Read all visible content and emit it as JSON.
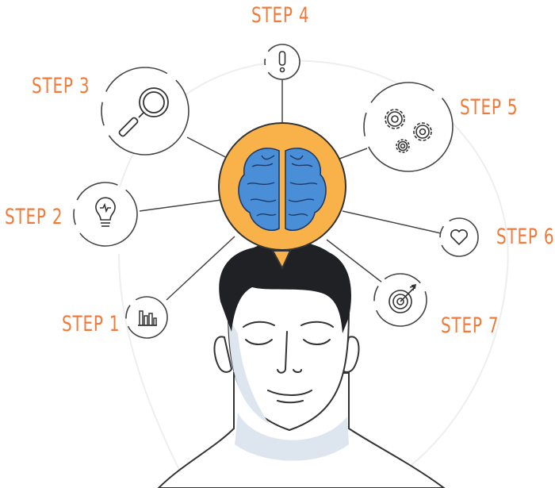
{
  "colors": {
    "accent": "#f07a3a",
    "hub": "#f9b24a",
    "brain": "#4a8ed8",
    "brain_dark": "#1e3a66",
    "outline": "#3a3a3a",
    "hair": "#1f2124",
    "skin_shade": "#dde6ef"
  },
  "steps": [
    {
      "label": "STEP 1",
      "icon": "bar-chart-icon"
    },
    {
      "label": "STEP 2",
      "icon": "lightbulb-icon"
    },
    {
      "label": "STEP 3",
      "icon": "magnifier-icon"
    },
    {
      "label": "STEP 4",
      "icon": "exclamation-icon"
    },
    {
      "label": "STEP 5",
      "icon": "gears-icon"
    },
    {
      "label": "STEP 6",
      "icon": "heart-icon"
    },
    {
      "label": "STEP 7",
      "icon": "target-icon"
    }
  ],
  "center": {
    "icon": "brain-icon"
  },
  "figure": {
    "icon": "person-head-icon"
  }
}
